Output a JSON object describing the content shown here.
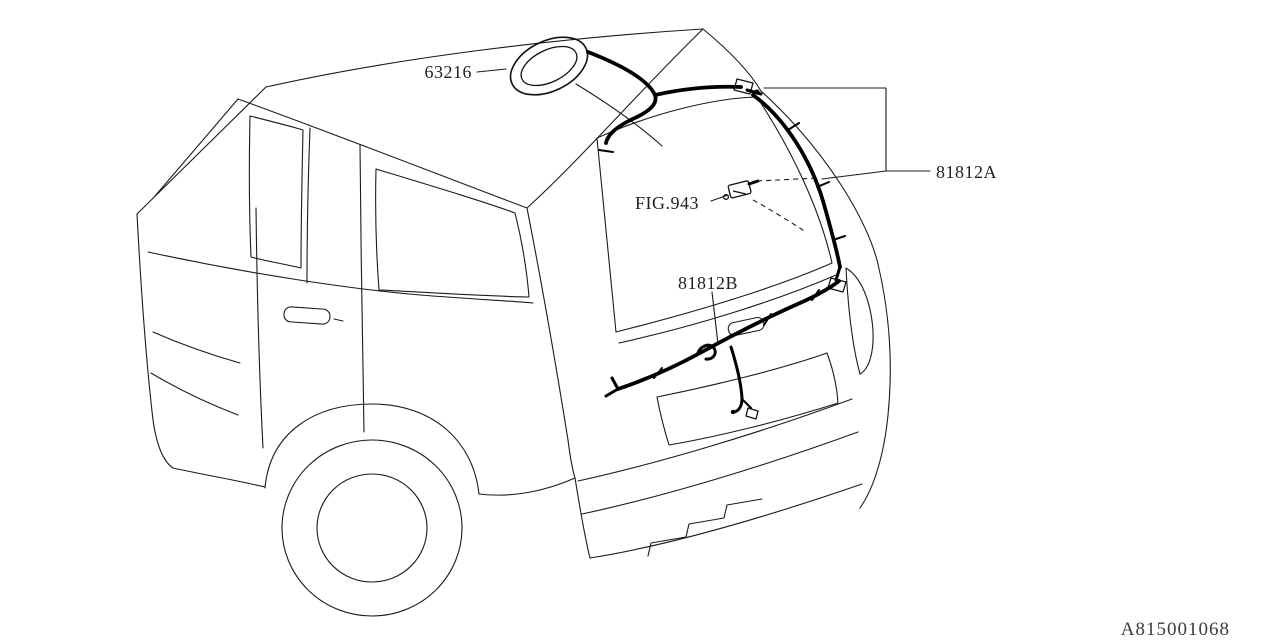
{
  "diagram": {
    "callouts": {
      "grommet": "63216",
      "upper_harness": "81812A",
      "figure_ref": "FIG.943",
      "lower_harness": "81812B"
    },
    "doc_code": "A815001068",
    "colors": {
      "line": "#1c1c1c",
      "harness": "#000000",
      "text": "#1f1f1f",
      "doc_code_text": "#3c3c3c",
      "background": "#ffffff"
    }
  }
}
